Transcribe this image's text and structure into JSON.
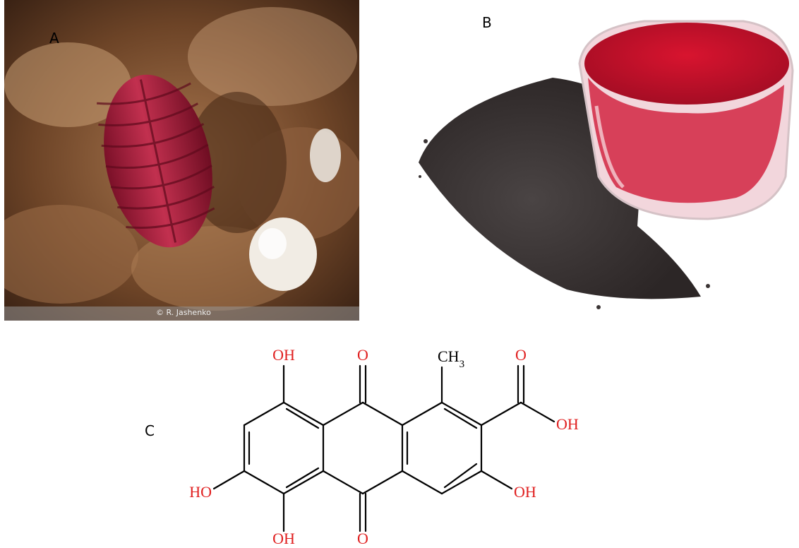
{
  "panels": {
    "a": {
      "letter": "A",
      "credit": "© R. Jashenko"
    },
    "b": {
      "letter": "B"
    },
    "c": {
      "letter": "C"
    }
  },
  "structure": {
    "oh": "OH",
    "ho": "HO",
    "o": "O",
    "ch": "CH",
    "sub3": "3"
  },
  "colors": {
    "heteroatom": "#e02020",
    "bond": "#000000",
    "insect": "#b01e3a",
    "powder": "#c8102e",
    "seeds": "#3a3434"
  }
}
